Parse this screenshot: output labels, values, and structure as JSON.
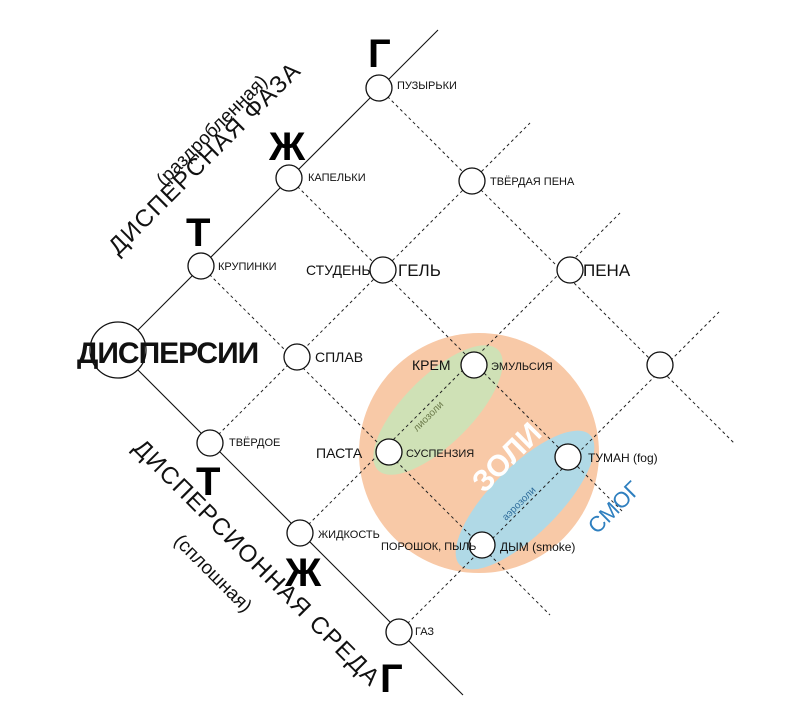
{
  "phase_axis": {
    "title": "ДИСПЕРСНАЯ ФАЗА",
    "subtitle": "(раздробленная)",
    "letters": [
      "Г",
      "Ж",
      "Т"
    ],
    "nodes": [
      "ПУЗЫРЬКИ",
      "КАПЕЛЬКИ",
      "КРУПИНКИ"
    ]
  },
  "center": {
    "label": "ДИСПЕРСИИ"
  },
  "medium_axis": {
    "title": "ДИСПЕРСИОННАЯ СРЕДА",
    "subtitle": "(сплошная)",
    "letters": [
      "Т",
      "Ж",
      "Г"
    ],
    "nodes": [
      "ТВЁРДОЕ",
      "ЖИДКОСТЬ",
      "ГАЗ"
    ]
  },
  "grid": {
    "tverdaya_pena": "ТВЁРДАЯ ПЕНА",
    "studen": "СТУДЕНЬ",
    "gel": "ГЕЛЬ",
    "pena": "ПЕНА",
    "splav": "СПЛАВ",
    "krem": "КРЕМ",
    "emulsiya": "ЭМУЛЬСИЯ",
    "pasta": "ПАСТА",
    "suspenziya": "СУСПЕНЗИЯ",
    "tuman": "ТУМАН (fog)",
    "poroshok": "ПОРОШОК, ПЫЛЬ",
    "dym": "ДЫМ (smoke)"
  },
  "regions": {
    "zoli": "ЗОЛИ",
    "liozoli": "лиозоли",
    "aerozoli": "аэрозоли",
    "smog": "СМОГ"
  },
  "colors": {
    "zoli": "#f8c9a7",
    "liozoli": "#cfe1b6",
    "aerozoli": "#b0d9e6",
    "smog": "#2e7fbf"
  }
}
